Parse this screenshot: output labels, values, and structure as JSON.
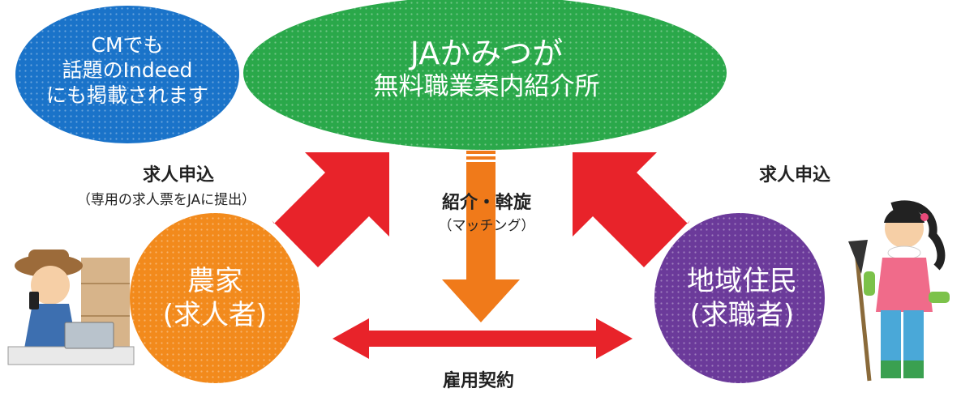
{
  "indeed_bubble": {
    "lines": [
      "CMでも",
      "話題のIndeed",
      "にも掲載されます"
    ],
    "color": "#1a73c9"
  },
  "center_org": {
    "line1": "JAかみつが",
    "line2": "無料職業案内紹介所",
    "color": "#2aa84a"
  },
  "employer": {
    "line1": "農家",
    "line2": "(求人者)",
    "color": "#f28a1c"
  },
  "jobseeker": {
    "line1": "地域住民",
    "line2": "(求職者)",
    "color": "#6b3a9a"
  },
  "left_arrow": {
    "label": "求人申込",
    "sub": "（専用の求人票をJAに提出）",
    "color": "#e8232a"
  },
  "right_arrow": {
    "label": "求人申込",
    "color": "#e8232a"
  },
  "center_arrow": {
    "label": "紹介・斡旋",
    "sub": "（マッチング）",
    "color": "#f07a1a"
  },
  "bottom_arrow": {
    "label": "雇用契約",
    "color": "#e8232a"
  },
  "icons": [
    "farmer-with-phone-illustration",
    "woman-with-hoe-illustration"
  ]
}
